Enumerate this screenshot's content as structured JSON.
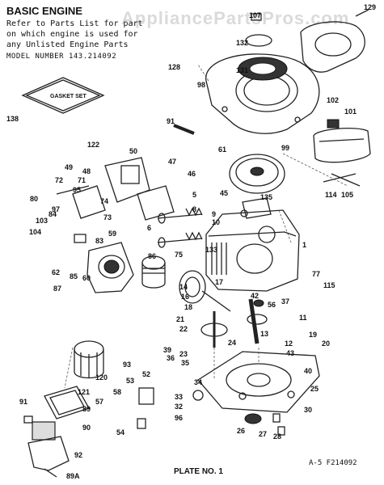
{
  "header": {
    "title": "BASIC ENGINE",
    "note_line1": "Refer to Parts List for part",
    "note_line2": "on which engine is used for",
    "note_line3": "any Unlisted Engine Parts",
    "model_number": "MODEL NUMBER 143.214092"
  },
  "watermark": "AppliancePartsPros.com",
  "gasket_set_label": "GASKET SET",
  "footer": {
    "plate": "PLATE NO. 1",
    "assembly_ref": "A-5  F214092"
  },
  "parts": [
    {
      "num": "107"
    },
    {
      "num": "129"
    },
    {
      "num": "132"
    },
    {
      "num": "128"
    },
    {
      "num": "131"
    },
    {
      "num": "98"
    },
    {
      "num": "138"
    },
    {
      "num": "91"
    },
    {
      "num": "61"
    },
    {
      "num": "99"
    },
    {
      "num": "102"
    },
    {
      "num": "101"
    },
    {
      "num": "122"
    },
    {
      "num": "50"
    },
    {
      "num": "47"
    },
    {
      "num": "46"
    },
    {
      "num": "49"
    },
    {
      "num": "48"
    },
    {
      "num": "72"
    },
    {
      "num": "71"
    },
    {
      "num": "95"
    },
    {
      "num": "80"
    },
    {
      "num": "97"
    },
    {
      "num": "103"
    },
    {
      "num": "84"
    },
    {
      "num": "104"
    },
    {
      "num": "74"
    },
    {
      "num": "73"
    },
    {
      "num": "135"
    },
    {
      "num": "45"
    },
    {
      "num": "114"
    },
    {
      "num": "105"
    },
    {
      "num": "5"
    },
    {
      "num": "8"
    },
    {
      "num": "9"
    },
    {
      "num": "10"
    },
    {
      "num": "6"
    },
    {
      "num": "59"
    },
    {
      "num": "83"
    },
    {
      "num": "75"
    },
    {
      "num": "133"
    },
    {
      "num": "1"
    },
    {
      "num": "62"
    },
    {
      "num": "85"
    },
    {
      "num": "60"
    },
    {
      "num": "87"
    },
    {
      "num": "86"
    },
    {
      "num": "77"
    },
    {
      "num": "115"
    },
    {
      "num": "17"
    },
    {
      "num": "42"
    },
    {
      "num": "56"
    },
    {
      "num": "37"
    },
    {
      "num": "14"
    },
    {
      "num": "16"
    },
    {
      "num": "18"
    },
    {
      "num": "21"
    },
    {
      "num": "11"
    },
    {
      "num": "22"
    },
    {
      "num": "13"
    },
    {
      "num": "39"
    },
    {
      "num": "36"
    },
    {
      "num": "93"
    },
    {
      "num": "23"
    },
    {
      "num": "35"
    },
    {
      "num": "24"
    },
    {
      "num": "12"
    },
    {
      "num": "19"
    },
    {
      "num": "20"
    },
    {
      "num": "43"
    },
    {
      "num": "120"
    },
    {
      "num": "52"
    },
    {
      "num": "53"
    },
    {
      "num": "58"
    },
    {
      "num": "57"
    },
    {
      "num": "34"
    },
    {
      "num": "33"
    },
    {
      "num": "32"
    },
    {
      "num": "96"
    },
    {
      "num": "121"
    },
    {
      "num": "89"
    },
    {
      "num": "91"
    },
    {
      "num": "90"
    },
    {
      "num": "54"
    },
    {
      "num": "26"
    },
    {
      "num": "27"
    },
    {
      "num": "28"
    },
    {
      "num": "30"
    },
    {
      "num": "25"
    },
    {
      "num": "40"
    },
    {
      "num": "92"
    },
    {
      "num": "89A"
    }
  ]
}
